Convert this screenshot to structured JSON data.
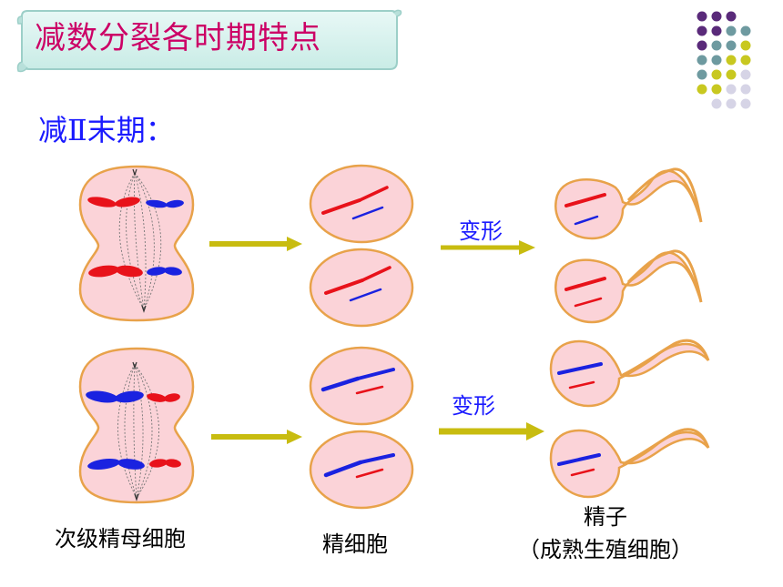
{
  "title": "减数分裂各时期特点",
  "subtitle": "减Ⅱ末期：",
  "colors": {
    "title": "#cc0066",
    "subtitle": "#1a1aff",
    "cell_fill": "#fbd3d8",
    "cell_border": "#e8a24a",
    "chromosome_red": "#e8121a",
    "chromosome_blue": "#1a22e0",
    "arrow": "#c8bc10",
    "dot_purple": "#5a2a7a",
    "dot_teal": "#6e9aa0",
    "dot_yellow": "#c8c820",
    "dot_lavender": "#d6d4e6"
  },
  "labels": {
    "secondary_spermatocyte": "次级精母细胞",
    "spermatid": "精细胞",
    "sperm_line1": "精子",
    "sperm_line2": "（成熟生殖细胞）",
    "transform_top": "变形",
    "transform_bottom": "变形"
  }
}
